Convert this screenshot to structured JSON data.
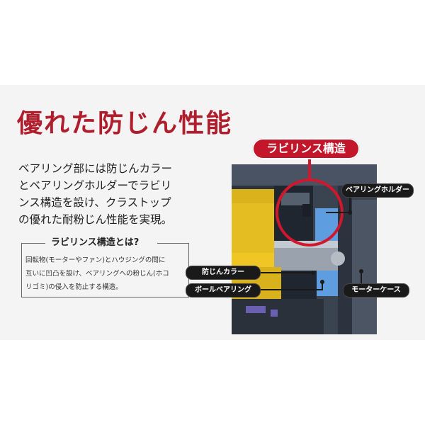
{
  "headline": "優れた防じん性能",
  "body_lines": [
    "ベアリング部には防じんカラー",
    "とベアリングホルダーでラビリ",
    "ンス構造を設け、クラストップ",
    "の優れた耐粉じん性能を実現。"
  ],
  "note": {
    "title": "ラビリンス構造とは?",
    "lines": [
      "回転物(モーターやファン)とハウジングの間に",
      "互いに凹凸を設け、ベアリングへの粉じん(ホコ",
      "リゴミ)の侵入を防止する構造。"
    ]
  },
  "diagram": {
    "badge": "ラビリンス構造",
    "labels": {
      "bearing_holder": "ベアリングホルダー",
      "dust_collar": "防じんカラー",
      "ball_bearing": "ボールベアリング",
      "motor_case": "モーターケース"
    }
  },
  "colors": {
    "headline_red": "#b01e2e",
    "badge_red": "#c4162a",
    "label_bg": "#1a1a1a"
  }
}
